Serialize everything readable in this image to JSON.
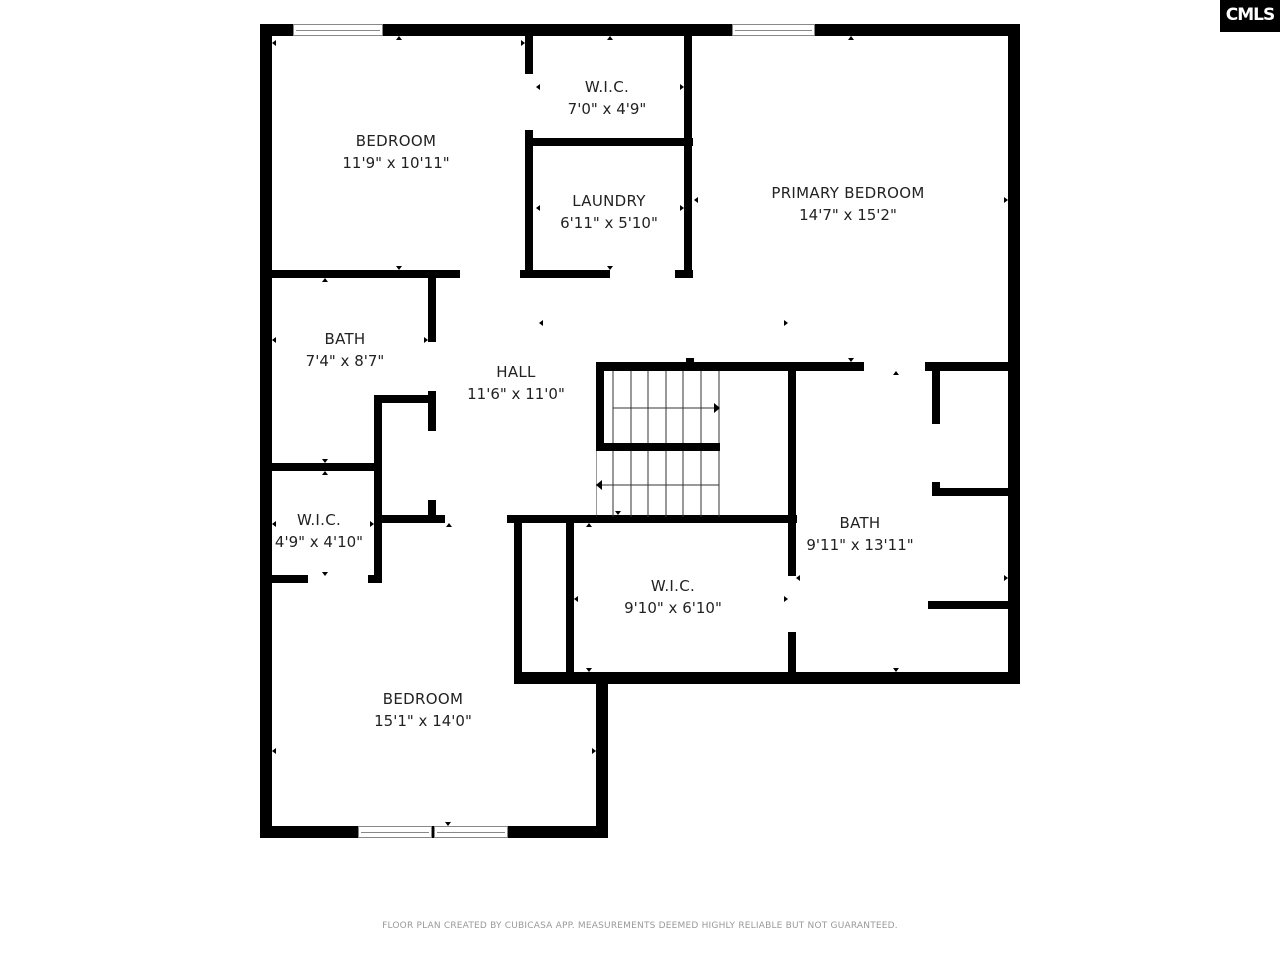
{
  "logo": {
    "text": "CMLS"
  },
  "rooms": [
    {
      "id": "bedroom-1",
      "name": "BEDROOM",
      "dim": "11'9\" x 10'11\""
    },
    {
      "id": "wic-1",
      "name": "W.I.C.",
      "dim": "7'0\" x 4'9\""
    },
    {
      "id": "laundry",
      "name": "LAUNDRY",
      "dim": "6'11\" x 5'10\""
    },
    {
      "id": "primary-bedroom",
      "name": "PRIMARY BEDROOM",
      "dim": "14'7\" x 15'2\""
    },
    {
      "id": "bath-1",
      "name": "BATH",
      "dim": "7'4\" x 8'7\""
    },
    {
      "id": "hall",
      "name": "HALL",
      "dim": "11'6\" x 11'0\""
    },
    {
      "id": "wic-2",
      "name": "W.I.C.",
      "dim": "4'9\" x 4'10\""
    },
    {
      "id": "bath-2",
      "name": "BATH",
      "dim": "9'11\" x 13'11\""
    },
    {
      "id": "wic-3",
      "name": "W.I.C.",
      "dim": "9'10\" x 6'10\""
    },
    {
      "id": "bedroom-2",
      "name": "BEDROOM",
      "dim": "15'1\" x 14'0\""
    }
  ],
  "footer": {
    "disclaimer": "FLOOR PLAN CREATED BY CUBICASA APP. MEASUREMENTS DEEMED HIGHLY RELIABLE BUT NOT GUARANTEED."
  }
}
